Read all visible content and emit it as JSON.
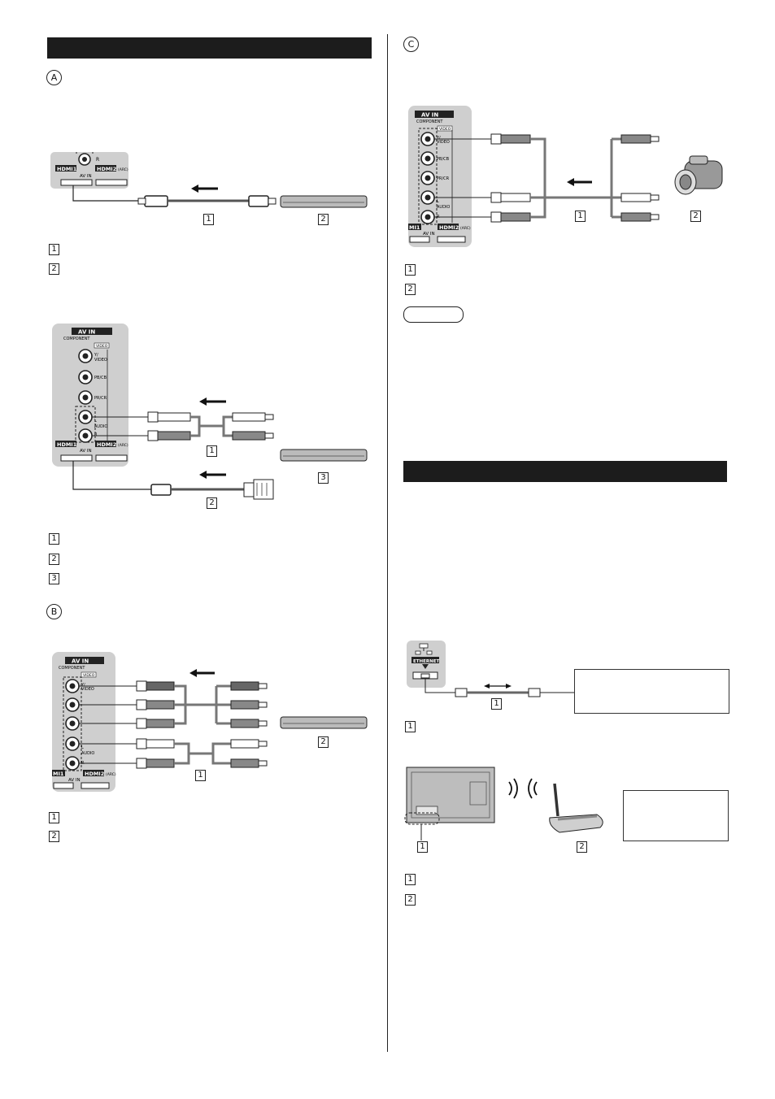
{
  "markers": {
    "a": "A",
    "b": "B",
    "c": "C"
  },
  "nums": {
    "n1": "1",
    "n2": "2",
    "n3": "3"
  },
  "panel": {
    "av_in": "AV IN",
    "component": "COMPONENT",
    "video": "VIDEO",
    "y_video": "Y/ VIDEO",
    "pb_cb": "PB/CB",
    "pr_cr": "PR/CR",
    "audio_l": "L",
    "audio": "AUDIO",
    "audio_r": "R",
    "hdmi1": "HDMI1",
    "hdmi2": "HDMI2",
    "arc": "(ARC)",
    "r": "R",
    "ethernet": "ETHERNET"
  },
  "colors": {
    "bar": "#1c1c1c",
    "panel": "#cfcfcf",
    "cable": "#777777"
  }
}
